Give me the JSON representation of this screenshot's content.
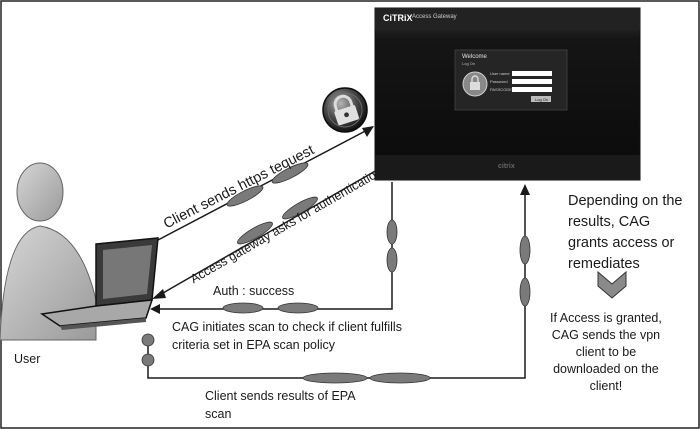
{
  "labels": {
    "user": "User",
    "client_request": "Client sends https tequest",
    "auth_request": "Access gateway asks for authentication",
    "auth_success": "Auth : success",
    "scan_initiate": "CAG initiates scan to check if client fulfills\ncriteria set in EPA scan policy",
    "scan_results": "Client sends results of EPA\nscan",
    "depending": "Depending on the\nresults, CAG\ngrants access or\nremediates",
    "access_granted": "If Access is granted,\nCAG sends the vpn\nclient to be\ndownloaded on the\nclient!"
  },
  "screen": {
    "brand": "CiTRiX",
    "product": "Access Gateway",
    "welcome": "Welcome",
    "login_hint": "Log On",
    "field_username": "User name",
    "field_password": "Password",
    "field_passcode": "PASSCODE",
    "logon_button": "Log On",
    "footer_brand": "citrix"
  },
  "colors": {
    "background": "#ffffff",
    "line": "#1a1a1a",
    "ellipse_fill": "#7a7a7a",
    "user_fill": "#b3b3b3",
    "screen_bg": "#141414"
  },
  "icons": {
    "lock": "padlock-icon",
    "user": "person-icon",
    "laptop": "laptop-icon",
    "arrow": "chevron-down-icon"
  }
}
